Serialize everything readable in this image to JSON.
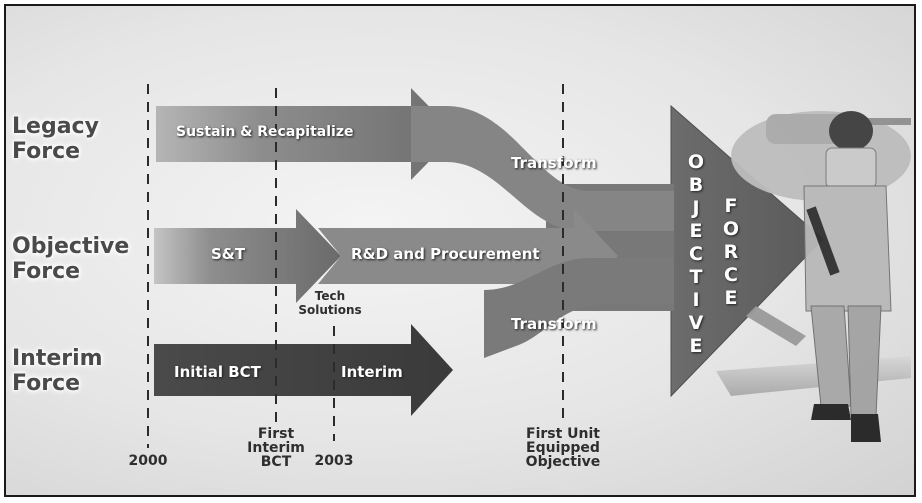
{
  "row_labels": {
    "legacy": [
      "Legacy",
      "Force"
    ],
    "objective": [
      "Objective",
      "Force"
    ],
    "interim": [
      "Interim",
      "Force"
    ]
  },
  "arrow_labels": {
    "sustain": "Sustain & Recapitalize",
    "transform_top": "Transform",
    "st": "S&T",
    "rd": "R&D and Procurement",
    "transform_bottom": "Transform",
    "initial_bct": "Initial BCT",
    "interim": "Interim"
  },
  "tech_solutions": [
    "Tech",
    "Solutions"
  ],
  "timeline": {
    "year_2000": "2000",
    "first_interim": [
      "First",
      "Interim",
      "BCT"
    ],
    "year_2003": "2003",
    "first_unit": [
      "First Unit",
      "Equipped",
      "Objective"
    ]
  },
  "objective_force": {
    "word1": [
      "O",
      "B",
      "J",
      "E",
      "C",
      "T",
      "I",
      "V",
      "E"
    ],
    "word2": [
      "F",
      "O",
      "R",
      "C",
      "E"
    ]
  }
}
